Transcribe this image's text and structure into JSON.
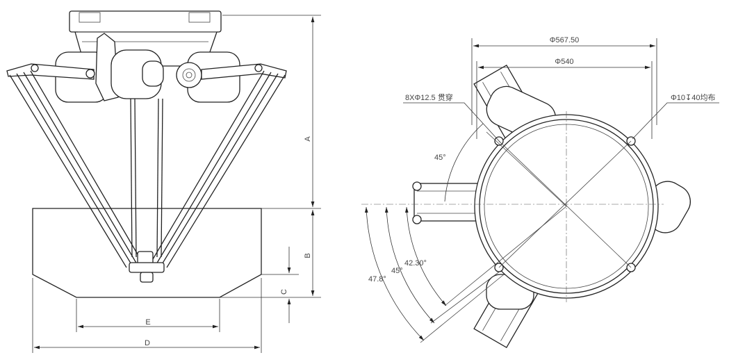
{
  "side_view": {
    "labels": {
      "A": "A",
      "B": "B",
      "C": "C",
      "D": "D",
      "E": "E"
    }
  },
  "top_view": {
    "dim_outer": "Φ567.50",
    "dim_inner": "Φ540",
    "hole_note_left": "8XΦ12.5 贯穿",
    "hole_note_right": "Φ10↧40均布",
    "angle_top": "45°",
    "angle_1": "42.30°",
    "angle_2": "45°",
    "angle_3": "47.8°"
  }
}
